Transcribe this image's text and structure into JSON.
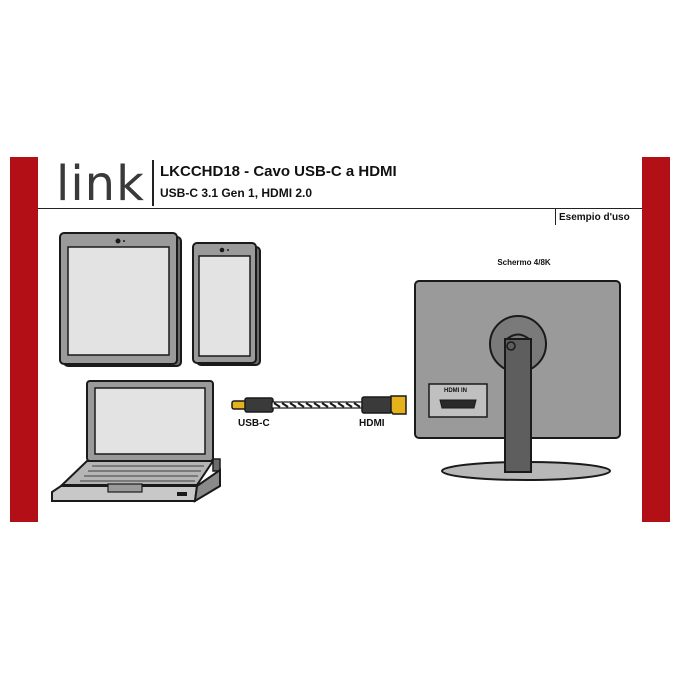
{
  "header": {
    "logo_text": "link",
    "title": "LKCCHD18 - Cavo USB-C a HDMI",
    "subtitle": "USB-C 3.1 Gen 1, HDMI 2.0",
    "usage_label": "Esempio d'uso"
  },
  "diagram": {
    "monitor_label": "Schermo 4/8K",
    "port_label": "HDMI IN",
    "cable_left_label": "USB-C",
    "cable_right_label": "HDMI"
  },
  "colors": {
    "accent_red": "#b30f17",
    "device_gray": "#9a9a9a",
    "screen_gray": "#e3e3e3",
    "connector_gold": "#e6b21c",
    "outline": "#1a1a1a"
  }
}
